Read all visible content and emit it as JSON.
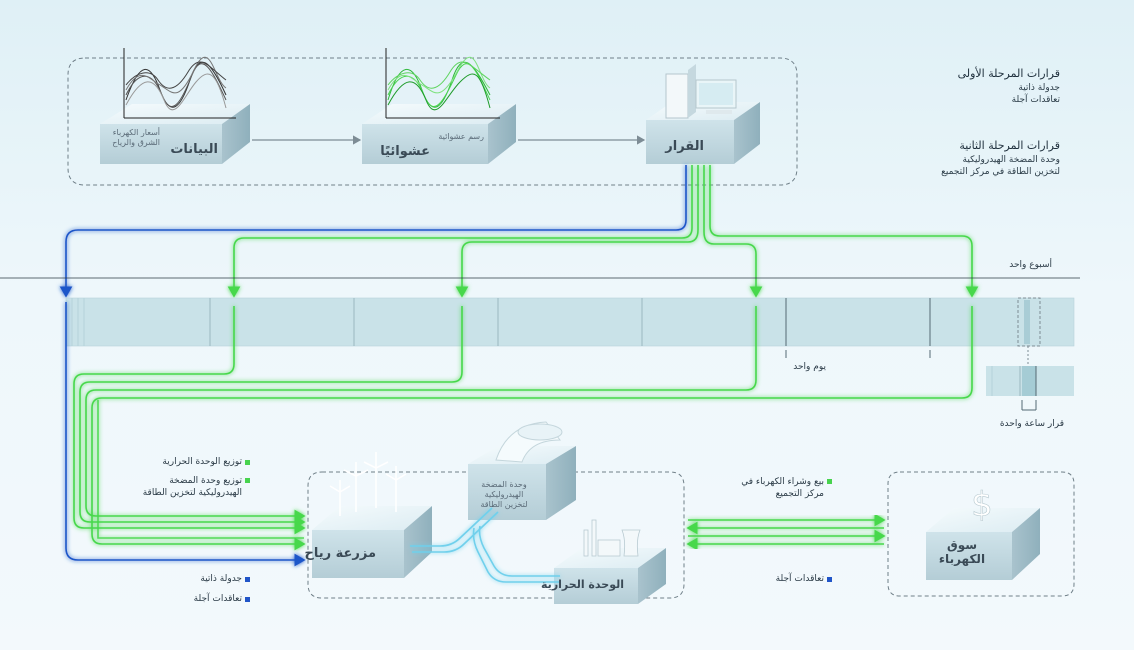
{
  "blocks": {
    "data": {
      "title": "البيانات",
      "subtitle": "أسعار الكهرباء\nالشرق والرياح"
    },
    "random": {
      "title": "عشوائيًا",
      "subtitle": "رسم عشوائية"
    },
    "decision": {
      "title": "القرار"
    },
    "wind_farm": {
      "title": "مزرعة رياح"
    },
    "hydro": {
      "title": "وحدة المضخة\nالهيدروليكية\nلتخزين الطاقة"
    },
    "thermal": {
      "title": "الوحدة الحرارية"
    },
    "market": {
      "title": "سوق\nالكهرباء"
    }
  },
  "legend": {
    "first_stage": {
      "title": "قرارات المرحلة الأولى",
      "lines": [
        "جدولة ذاتية",
        "تعاقدات آجلة"
      ]
    },
    "second_stage": {
      "title": "قرارات المرحلة الثانية",
      "lines": [
        "وحدة المضخة الهيدروليكية",
        "لتخزين الطاقة في مركز التجميع"
      ]
    }
  },
  "timeline": {
    "week": "أسبوع واحد",
    "day": "يوم واحد",
    "hour": "قرار ساعة واحدة"
  },
  "left_notes": {
    "green": [
      "توزيع الوحدة الحرارية",
      "توزيع وحدة المضخة\nالهيدروليكية لتخزين الطاقة"
    ],
    "blue": [
      "جدولة ذاتية",
      "تعاقدات آجلة"
    ]
  },
  "right_notes": {
    "green": [
      "بيع وشراء الكهرباء في\nمركز التجميع"
    ],
    "blue": [
      "تعاقدات آجلة"
    ]
  },
  "icons": {
    "market_symbol": "dollar-icon"
  },
  "colors": {
    "first_stage": "#1f56c9",
    "second_stage": "#47d84c",
    "hydro_flow": "#6fd0ec"
  }
}
